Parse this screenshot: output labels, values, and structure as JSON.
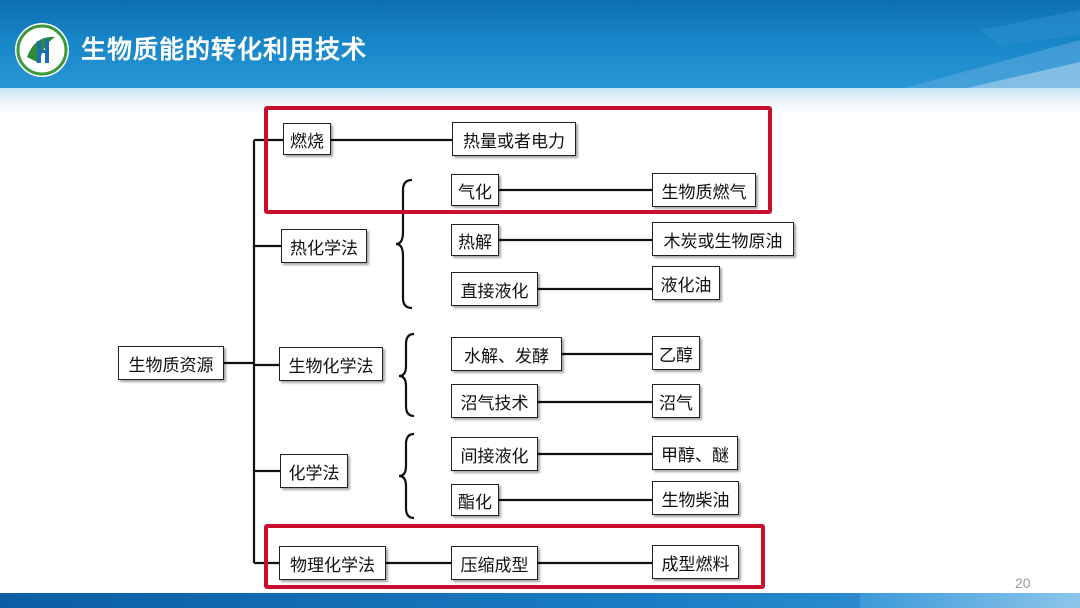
{
  "slide": {
    "title": "生物质能的转化利用技术",
    "page_number": "20"
  },
  "diagram": {
    "root": "生物质资源",
    "categories": [
      "燃烧",
      "热化学法",
      "生物化学法",
      "化学法",
      "物理化学法"
    ],
    "processes": [
      "气化",
      "热解",
      "直接液化",
      "水解、发酵",
      "沼气技术",
      "间接液化",
      "酯化",
      "压缩成型"
    ],
    "products": [
      "热量或者电力",
      "生物质燃气",
      "木炭或生物原油",
      "液化油",
      "乙醇",
      "沼气",
      "甲醇、醚",
      "生物柴油",
      "成型燃料"
    ]
  },
  "colors": {
    "highlight": "#c8102e",
    "header_blue": "#1786c8"
  }
}
